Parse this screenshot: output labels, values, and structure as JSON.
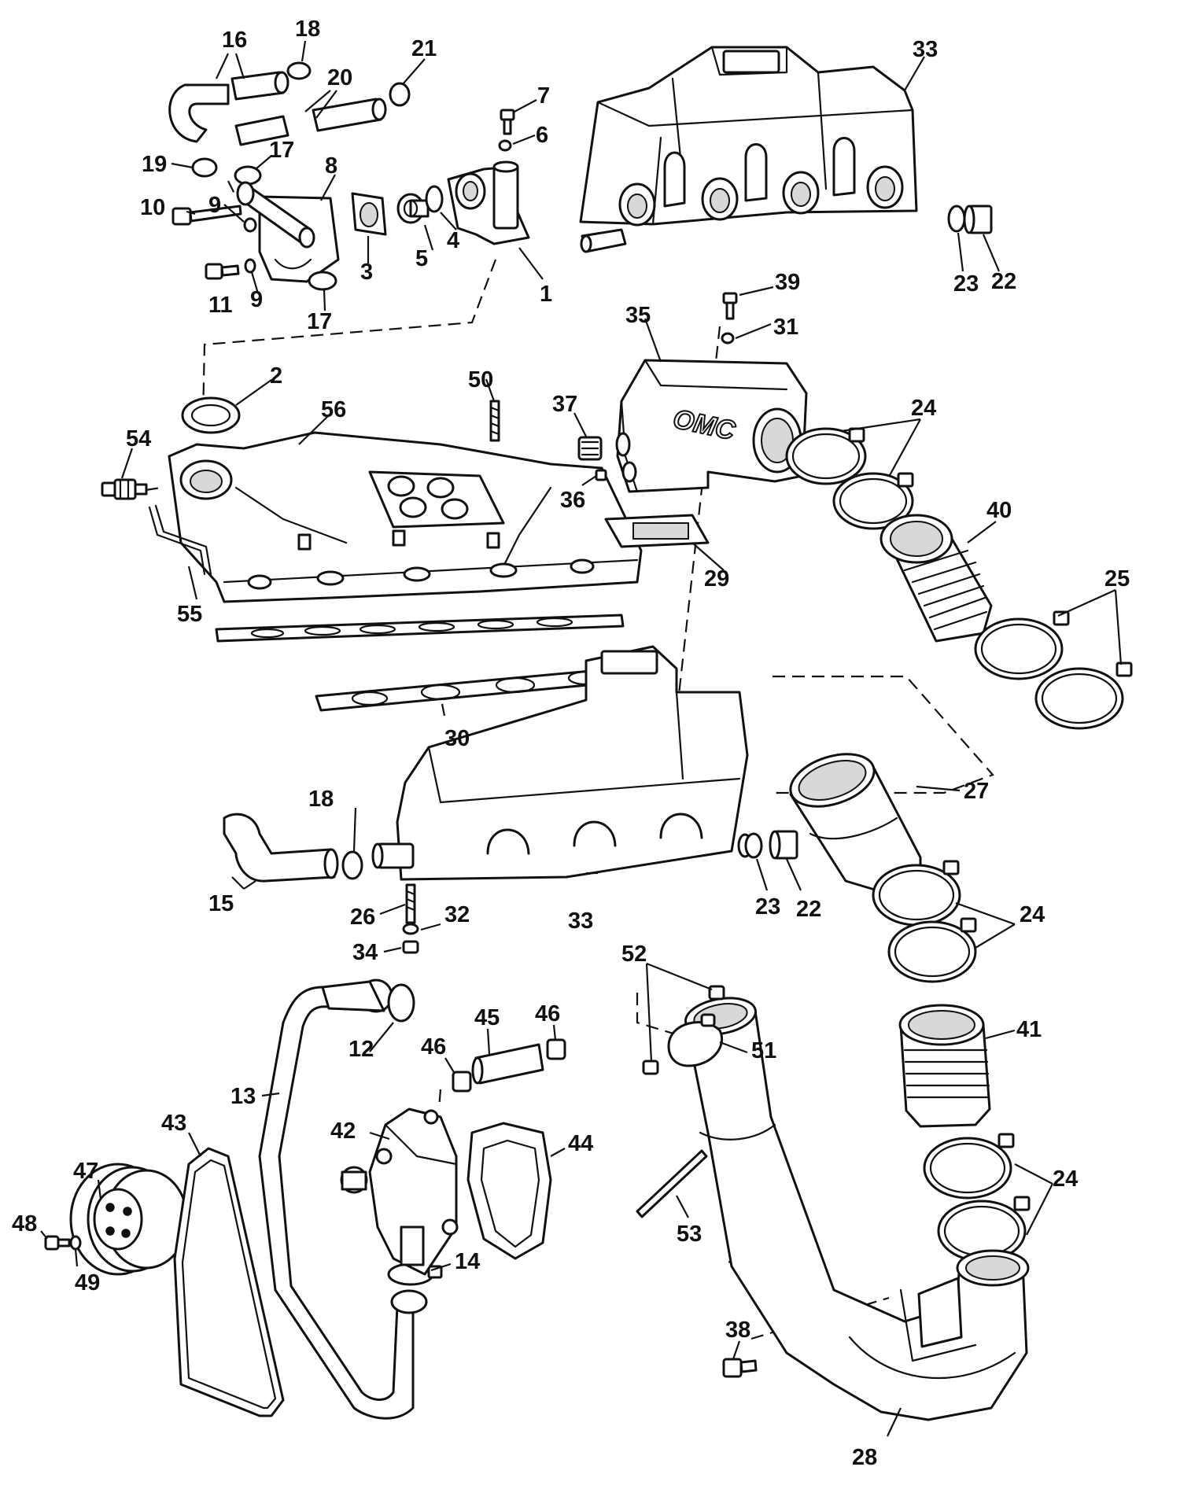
{
  "callouts": {
    "c1": "1",
    "c2": "2",
    "c3": "3",
    "c4": "4",
    "c5": "5",
    "c6": "6",
    "c7": "7",
    "c8": "8",
    "c9a": "9",
    "c9b": "9",
    "c10": "10",
    "c11": "11",
    "c12": "12",
    "c13": "13",
    "c14": "14",
    "c15": "15",
    "c16": "16",
    "c17a": "17",
    "c17b": "17",
    "c18a": "18",
    "c18b": "18",
    "c19": "19",
    "c20": "20",
    "c21": "21",
    "c22a": "22",
    "c22b": "22",
    "c23a": "23",
    "c23b": "23",
    "c24a": "24",
    "c24b": "24",
    "c24c": "24",
    "c25": "25",
    "c26": "26",
    "c27": "27",
    "c28": "28",
    "c29": "29",
    "c30": "30",
    "c31": "31",
    "c32": "32",
    "c33a": "33",
    "c33b": "33",
    "c34": "34",
    "c35": "35",
    "c36": "36",
    "c37": "37",
    "c38": "38",
    "c39": "39",
    "c40": "40",
    "c41": "41",
    "c42": "42",
    "c43": "43",
    "c44": "44",
    "c45": "45",
    "c46a": "46",
    "c46b": "46",
    "c47": "47",
    "c48": "48",
    "c49": "49",
    "c50": "50",
    "c51": "51",
    "c52": "52",
    "c53": "53",
    "c54": "54",
    "c55": "55",
    "c56": "56"
  },
  "logo_text": "OMC"
}
